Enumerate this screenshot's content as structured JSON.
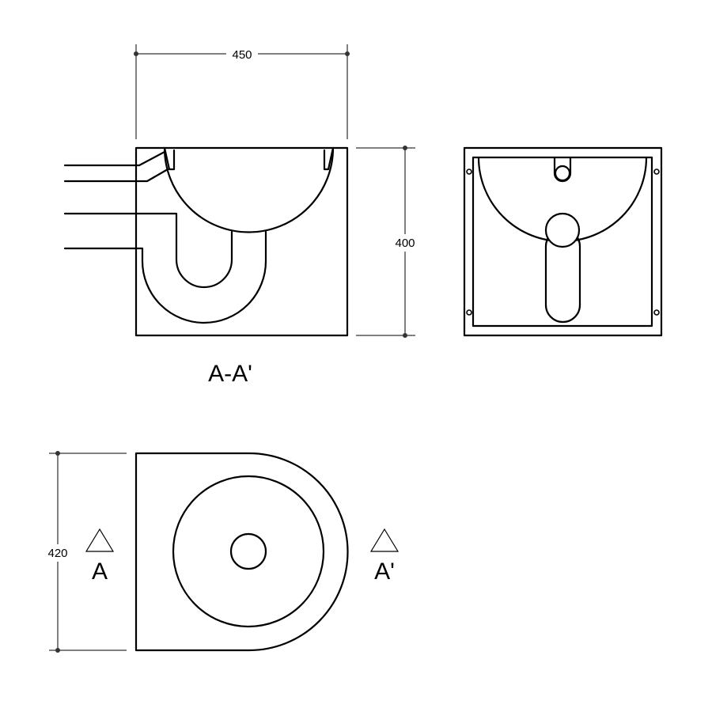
{
  "dimensions": {
    "width": "450",
    "height": "400",
    "depth": "420"
  },
  "views": {
    "section_label": "A-A'",
    "marker_left": "A",
    "marker_right": "A'"
  }
}
